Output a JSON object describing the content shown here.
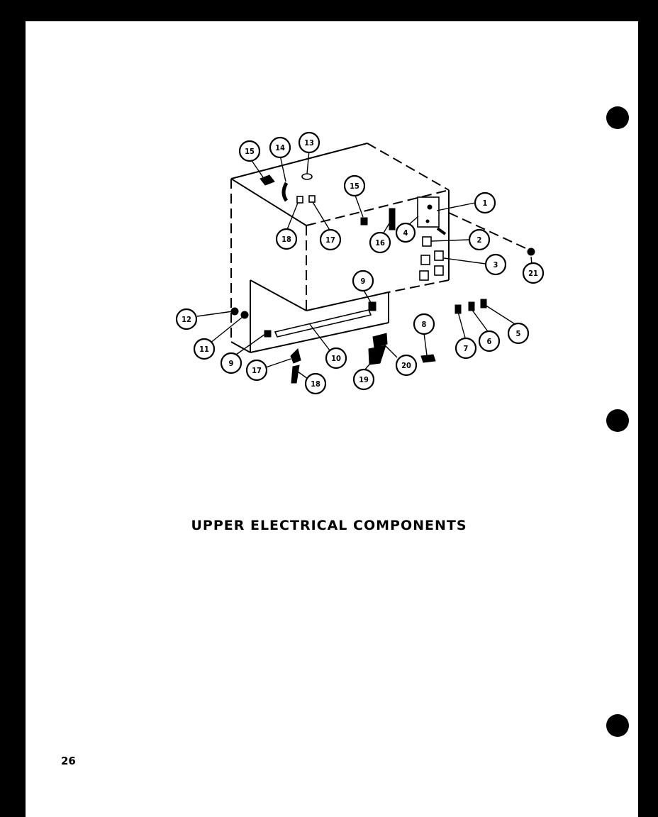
{
  "caption": "UPPER ELECTRICAL COMPONENTS",
  "page_number": "26",
  "callouts": [
    "1",
    "2",
    "3",
    "4",
    "5",
    "6",
    "7",
    "8",
    "9",
    "9",
    "10",
    "11",
    "12",
    "13",
    "14",
    "15",
    "15",
    "16",
    "17",
    "17",
    "18",
    "18",
    "19",
    "20",
    "21"
  ],
  "colors": {
    "ink": "#000000",
    "paper": "#ffffff"
  }
}
